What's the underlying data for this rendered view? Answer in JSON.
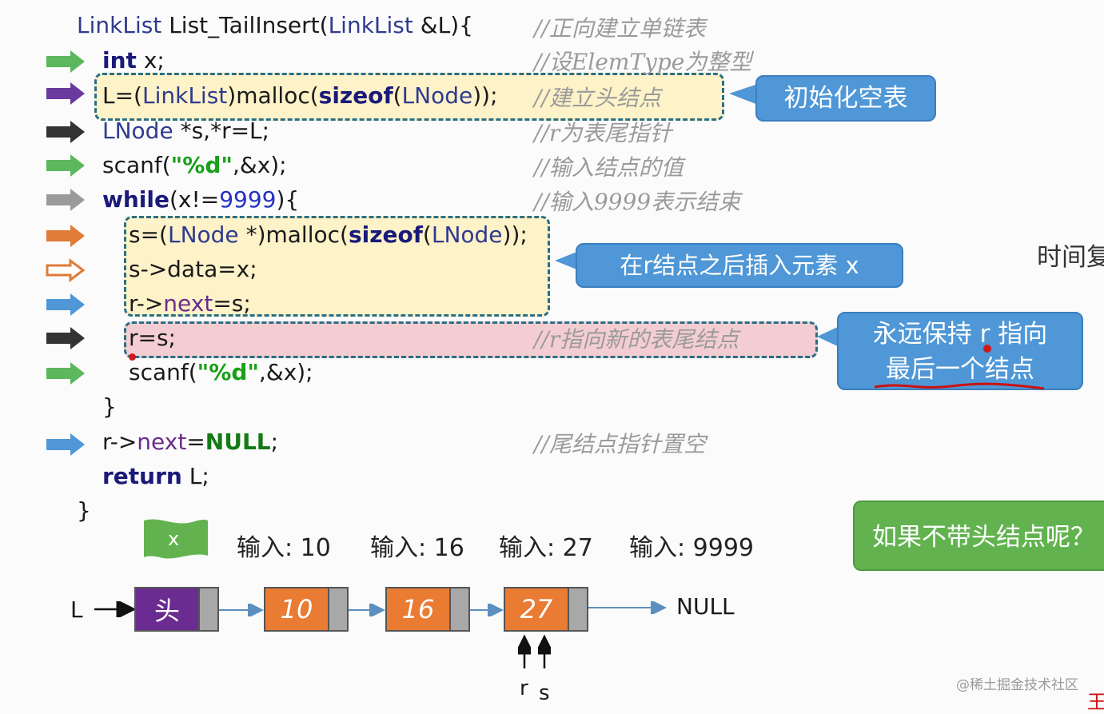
{
  "colors": {
    "green_arrow": "#5cb85c",
    "purple_arrow": "#6a3a9e",
    "black_arrow": "#333333",
    "gray_arrow": "#9a9a9a",
    "orange_arrow": "#e07b39",
    "blue_arrow": "#4f97d6",
    "callout_blue": "#4f97d6",
    "callout_green": "#62b34f",
    "yellow_box": "#fdf2c8",
    "pink_box": "#f4cdd2",
    "node_orange": "#e97b33",
    "node_purple": "#6b2c91"
  },
  "code": {
    "l1": {
      "a": "LinkList",
      "b": " List_TailInsert(",
      "c": "LinkList",
      "d": " &L){"
    },
    "l2": {
      "a": "int",
      "b": " x;"
    },
    "l3": {
      "a": "L=(",
      "b": "LinkList",
      "c": ")malloc(",
      "d": "sizeof",
      "e": "(",
      "f": "LNode",
      "g": "));"
    },
    "l4": {
      "a": "LNode",
      "b": " *s,*r=L;"
    },
    "l5": {
      "a": "scanf(",
      "b": "\"%d\"",
      "c": ",&x);"
    },
    "l6": {
      "a": "while",
      "b": "(x!=",
      "c": "9999",
      "d": "){"
    },
    "l7": {
      "a": "s=(",
      "b": "LNode",
      "c": " *)malloc(",
      "d": "sizeof",
      "e": "(",
      "f": "LNode",
      "g": "));"
    },
    "l8": {
      "a": "s->data=x;"
    },
    "l9": {
      "a": "r->",
      "b": "next",
      "c": "=s;"
    },
    "l10": {
      "a": "r=s;"
    },
    "l11": {
      "a": "scanf(",
      "b": "\"%d\"",
      "c": ",&x);"
    },
    "l12": {
      "a": "}"
    },
    "l13": {
      "a": "r->",
      "b": "next",
      "c": "=",
      "d": "NULL",
      "e": ";"
    },
    "l14": {
      "a": "return",
      "b": "  L;"
    },
    "l15": {
      "a": "}"
    }
  },
  "comments": {
    "c1": "//正向建立单链表",
    "c2": "//设ElemType为整型",
    "c3": "//建立头结点",
    "c4": "//r为表尾指针",
    "c5": "//输入结点的值",
    "c6": "//输入9999表示结束",
    "c10": "//r指向新的表尾结点",
    "c13": "//尾结点指针置空"
  },
  "callouts": {
    "init": "初始化空表",
    "insert": "在r结点之后插入元素 x",
    "keep_line1": "永远保持 r 指向",
    "keep_line2": "最后一个结点",
    "no_head": "如果不带头结点呢？"
  },
  "side_text": "时间复",
  "diagram": {
    "flag_label": "x",
    "inputs": [
      "输入: 10",
      "输入: 16",
      "输入: 27",
      "输入: 9999"
    ],
    "list_label": "L",
    "head_label": "头",
    "nodes": [
      "10",
      "16",
      "27"
    ],
    "null_label": "NULL",
    "ptr_r": "r",
    "ptr_s": "s"
  },
  "watermark": "@稀土掘金技术社区",
  "corner_glyph": "王"
}
